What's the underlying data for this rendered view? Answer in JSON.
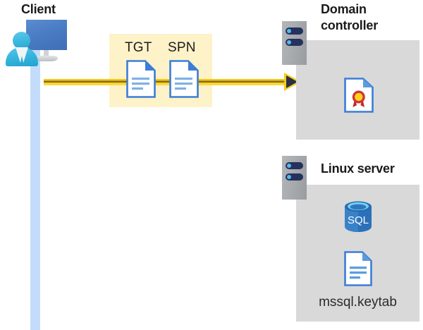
{
  "diagram": {
    "title_client": "Client",
    "title_domain_controller": "Domain\ncontroller",
    "title_linux_server": "Linux server",
    "colors": {
      "message_box": "#fdf2c8",
      "arrow": "#f7cc18",
      "arrow_inner": "#283149",
      "gray_box": "#d9d9d9",
      "lifeline": "#c3dcfb",
      "doc_blue": "#3b7dd8",
      "sql_blue": "#2b70b8",
      "seal_gold": "#ffd31a",
      "seal_red": "#d13438"
    },
    "client": {
      "label": "Client",
      "icon": "user-with-monitor-icon",
      "lifeline": "client-lifeline"
    },
    "message": {
      "documents": [
        {
          "label": "TGT",
          "icon": "document-icon"
        },
        {
          "label": "SPN",
          "icon": "document-icon"
        }
      ],
      "arrow_direction": "right"
    },
    "domain_controller": {
      "label": "Domain\ncontroller",
      "rack_icon": "server-rack-icon",
      "contents": [
        {
          "icon": "certificate-document-icon",
          "label": ""
        }
      ]
    },
    "linux_server": {
      "label": "Linux server",
      "rack_icon": "server-rack-icon",
      "contents": [
        {
          "icon": "sql-database-icon",
          "label": "SQL"
        },
        {
          "icon": "document-icon",
          "label": "mssql.keytab"
        }
      ],
      "keytab_caption": "mssql.keytab",
      "sql_text": "SQL"
    }
  }
}
